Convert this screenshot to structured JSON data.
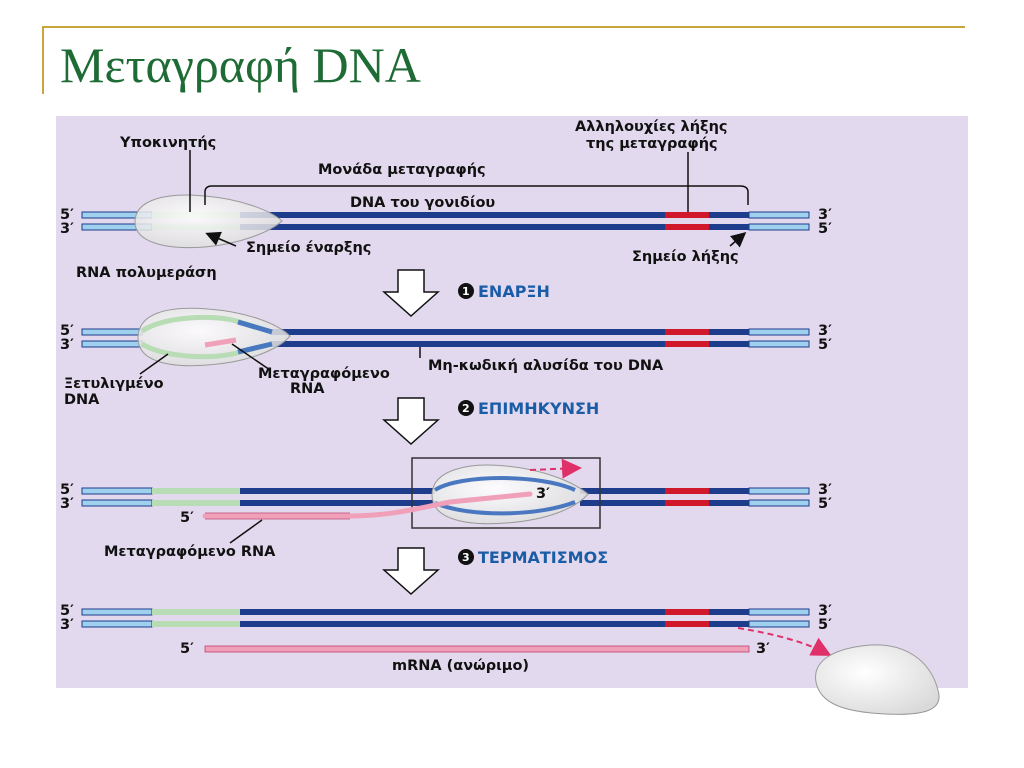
{
  "slide": {
    "title": "Μεταγραφή DNA"
  },
  "labels": {
    "promoter": "Υποκινητής",
    "termination_seq_line1": "Αλληλουχίες λήξης",
    "termination_seq_line2": "της μεταγραφής",
    "transcription_unit": "Μονάδα μεταγραφής",
    "gene_dna": "DNA του γονιδίου",
    "start_point": "Σημείο έναρξης",
    "end_point": "Σημείο λήξης",
    "rna_polymerase": "RNA πολυμεράση",
    "unwound_dna_line1": "Ξετυλιγμένο",
    "unwound_dna_line2": "DNA",
    "transcribed_rna_line1": "Μεταγραφόμενο",
    "transcribed_rna_line2": "RNA",
    "template_strand": "Μη-κωδική αλυσίδα του DNA",
    "transcribed_rna": "Μεταγραφόμενο RNA",
    "mrna_immature": "mRNA (ανώριμο)"
  },
  "ends": {
    "five_prime": "5′",
    "three_prime": "3′"
  },
  "steps": [
    {
      "number": "1",
      "label": "ΕΝΑΡΞΗ"
    },
    {
      "number": "2",
      "label": "ΕΠΙΜΗΚΥΝΣΗ"
    },
    {
      "number": "3",
      "label": "ΤΕΡΜΑΤΙΣΜΟΣ"
    }
  ],
  "colors": {
    "title": "#1f6b35",
    "rule": "#c8a63c",
    "panel": "#e3d9ee",
    "coding_dna": "#1e3c8c",
    "flank_dna": "#9fd0ee",
    "promoter_dna": "#b8dcb4",
    "terminator": "#d0182a",
    "rna": "#f0a0b8",
    "step_text": "#1a5da6"
  }
}
